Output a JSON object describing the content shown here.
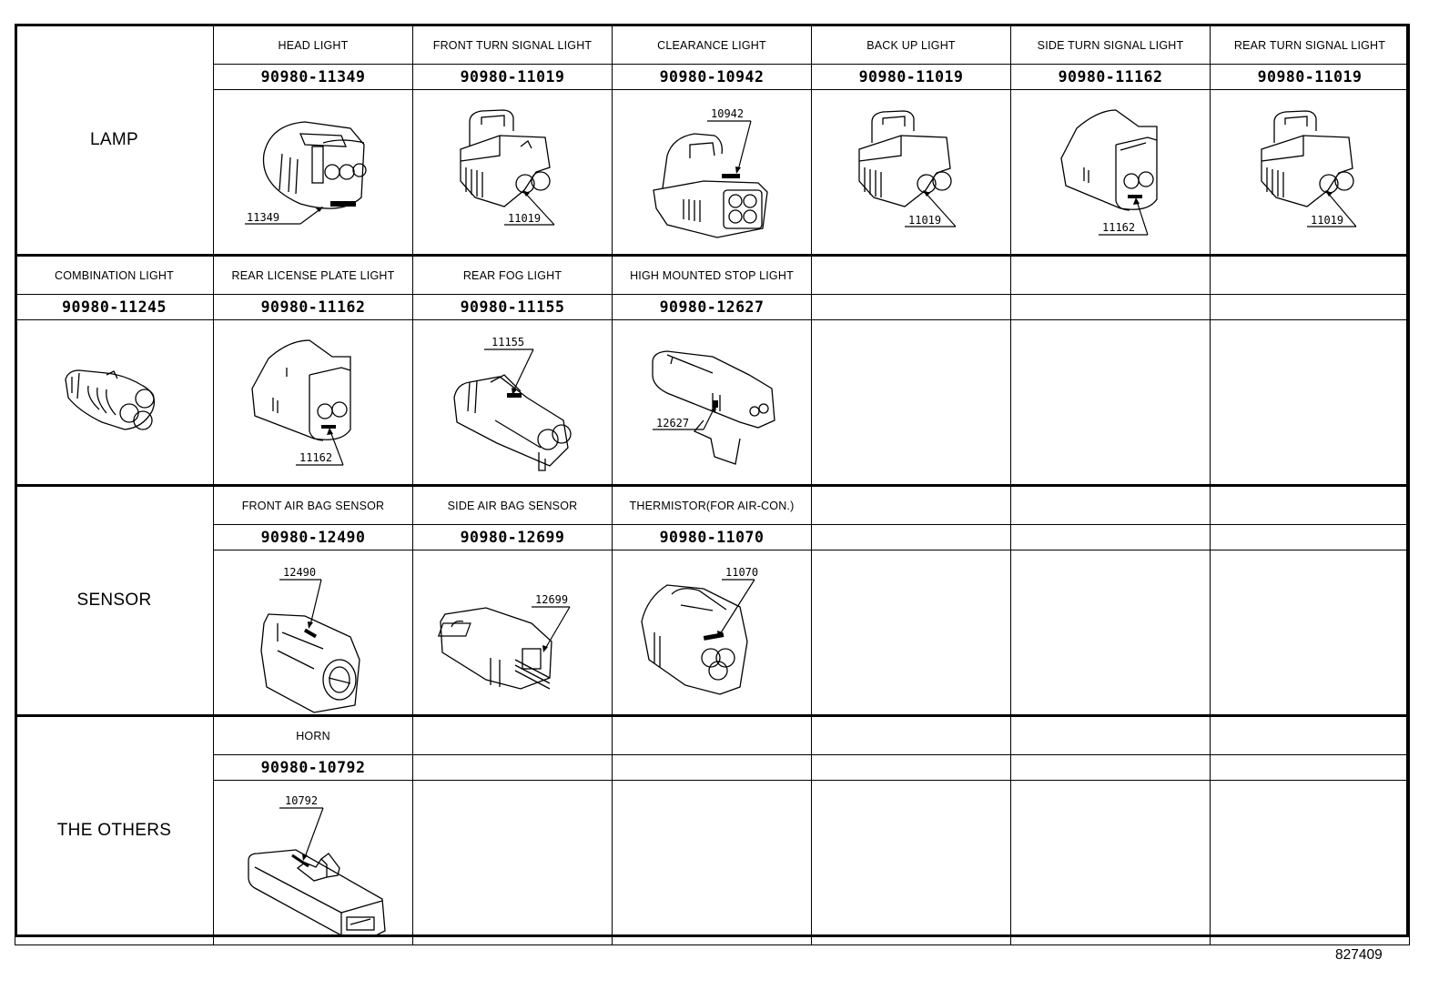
{
  "sections": [
    {
      "category": "LAMP",
      "rows": [
        {
          "items": [
            {
              "label": "HEAD LIGHT",
              "part_number": "90980-11349",
              "callout": "11349",
              "icon": "connector-3pin-round-icon"
            },
            {
              "label": "FRONT TURN SIGNAL LIGHT",
              "part_number": "90980-11019",
              "callout": "11019",
              "icon": "connector-2pin-latch-icon"
            },
            {
              "label": "CLEARANCE LIGHT",
              "part_number": "90980-10942",
              "callout": "10942",
              "icon": "connector-4pin-icon"
            },
            {
              "label": "BACK UP LIGHT",
              "part_number": "90980-11019",
              "callout": "11019",
              "icon": "connector-2pin-latch-icon"
            },
            {
              "label": "SIDE TURN SIGNAL LIGHT",
              "part_number": "90980-11162",
              "callout": "11162",
              "icon": "connector-2pin-hood-icon"
            },
            {
              "label": "REAR TURN SIGNAL LIGHT",
              "part_number": "90980-11019",
              "callout": "11019",
              "icon": "connector-2pin-latch-icon"
            }
          ]
        },
        {
          "first_cell": {
            "label": "COMBINATION LIGHT",
            "part_number": "90980-11245",
            "callout": "",
            "icon": "connector-3pin-bulb-socket-icon"
          },
          "items": [
            {
              "label": "REAR LICENSE PLATE LIGHT",
              "part_number": "90980-11162",
              "callout": "11162",
              "icon": "connector-2pin-hood-icon"
            },
            {
              "label": "REAR FOG LIGHT",
              "part_number": "90980-11155",
              "callout": "11155",
              "icon": "connector-2pin-inline-icon"
            },
            {
              "label": "HIGH MOUNTED STOP LIGHT",
              "part_number": "90980-12627",
              "callout": "12627",
              "icon": "connector-3pin-bracket-icon"
            },
            {
              "label": "",
              "part_number": "",
              "callout": ""
            },
            {
              "label": "",
              "part_number": "",
              "callout": ""
            },
            {
              "label": "",
              "part_number": "",
              "callout": ""
            }
          ]
        }
      ]
    },
    {
      "category": "SENSOR",
      "rows": [
        {
          "items": [
            {
              "label": "FRONT AIR BAG SENSOR",
              "part_number": "90980-12490",
              "callout": "12490",
              "icon": "connector-airbag-front-icon"
            },
            {
              "label": "SIDE AIR BAG SENSOR",
              "part_number": "90980-12699",
              "callout": "12699",
              "icon": "connector-airbag-side-icon"
            },
            {
              "label": "THERMISTOR(FOR AIR-CON.)",
              "part_number": "90980-11070",
              "callout": "11070",
              "icon": "connector-2pin-thermistor-icon"
            },
            {
              "label": "",
              "part_number": "",
              "callout": ""
            },
            {
              "label": "",
              "part_number": "",
              "callout": ""
            },
            {
              "label": "",
              "part_number": "",
              "callout": ""
            }
          ]
        }
      ]
    },
    {
      "category": "THE OTHERS",
      "rows": [
        {
          "items": [
            {
              "label": "HORN",
              "part_number": "90980-10792",
              "callout": "10792",
              "icon": "connector-1pin-horn-icon"
            },
            {
              "label": "",
              "part_number": "",
              "callout": ""
            },
            {
              "label": "",
              "part_number": "",
              "callout": ""
            },
            {
              "label": "",
              "part_number": "",
              "callout": ""
            },
            {
              "label": "",
              "part_number": "",
              "callout": ""
            },
            {
              "label": "",
              "part_number": "",
              "callout": ""
            }
          ]
        }
      ]
    }
  ],
  "footer": {
    "drawing_id": "827409"
  },
  "colors": {
    "line": "#000000",
    "background": "#ffffff"
  }
}
